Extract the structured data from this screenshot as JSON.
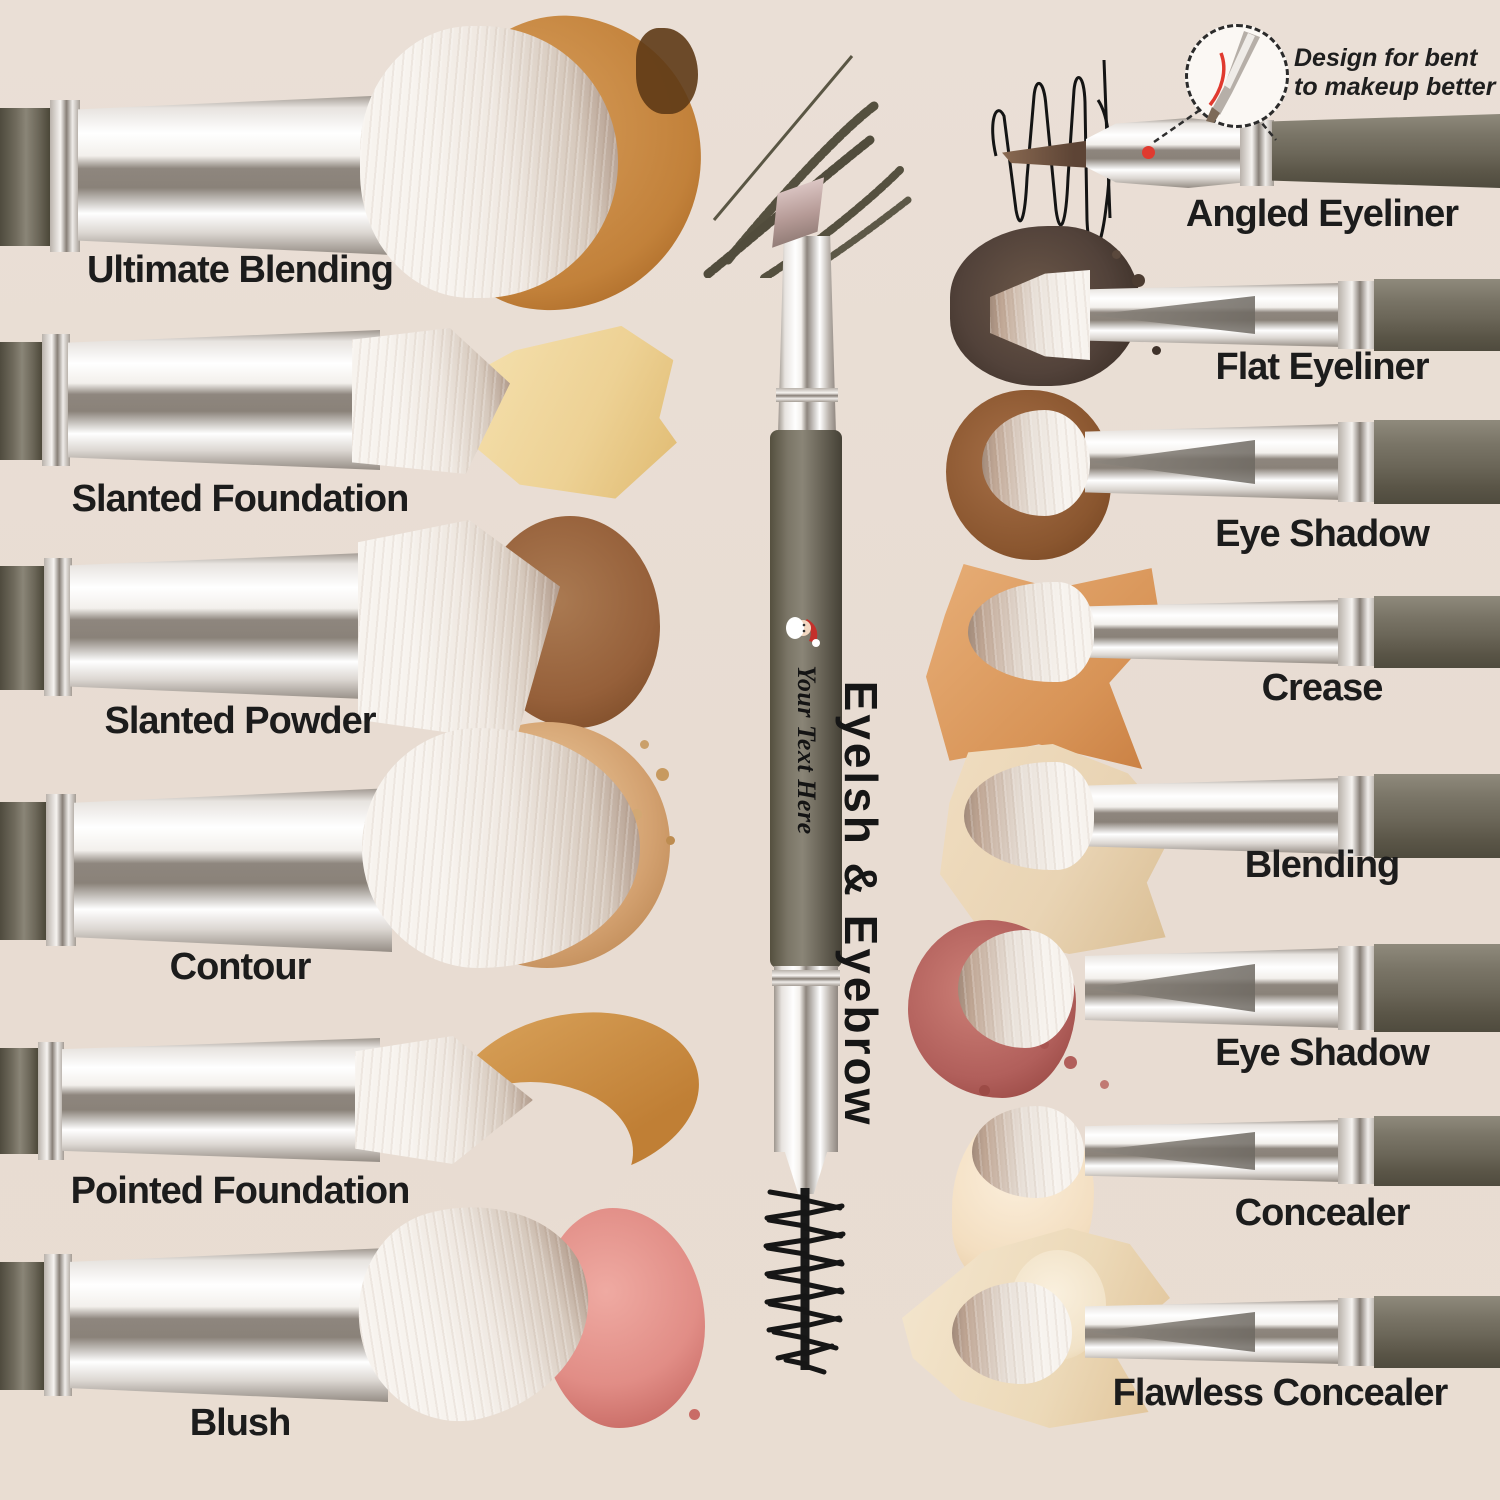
{
  "labels": {
    "left": [
      "Ultimate Blending",
      "Slanted Foundation",
      "Slanted Powder",
      "Contour",
      "Pointed Foundation",
      "Blush"
    ],
    "right": [
      "Angled Eyeliner",
      "Flat Eyeliner",
      "Eye Shadow",
      "Crease",
      "Blending",
      "Eye Shadow",
      "Concealer",
      "Flawless Concealer"
    ]
  },
  "center": {
    "handle_text": "Your Text Here",
    "vertical_label": "Eyelsh & Eyebrow"
  },
  "callout": {
    "line1": "Design for bent",
    "line2": "to makeup better"
  },
  "icons": {
    "santa": "santa-icon",
    "magnifier_callout": "magnifier-callout",
    "red_dot": "red-dot-marker"
  },
  "colors": {
    "background": "#e8dcd2",
    "label_text": "#1c1c1c",
    "handle_dark_olive": "#6f6a5c",
    "ferrule_silver": "#f3f0ec",
    "ferrule_stripe": "#8e867e",
    "accent_red": "#e03a2f",
    "spoolie_black": "#161616",
    "swatches": {
      "ultimate_blending": "#c6853f",
      "slanted_foundation": "#edd194",
      "slanted_powder": "#96603a",
      "contour": "#d3a170",
      "pointed_foundation": "#c9873d",
      "blush": "#e18d86",
      "flat_eyeliner": "#52423a",
      "eye_shadow_1": "#a06c46",
      "crease": "#d89457",
      "blending": "#e9d4b4",
      "eye_shadow_2": "#b15f5b",
      "concealer": "#f3dec0",
      "flawless_concealer": "#ecd9b8"
    }
  }
}
